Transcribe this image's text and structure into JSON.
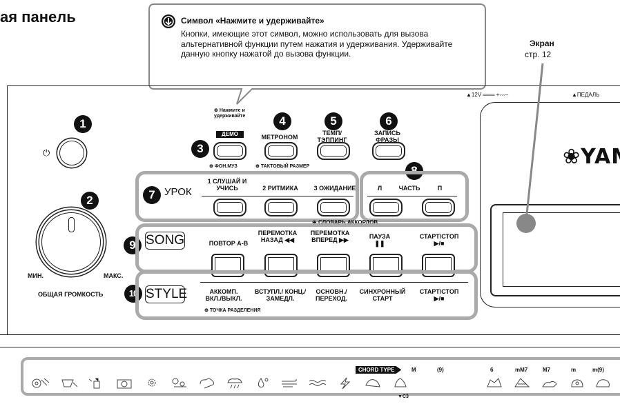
{
  "page_title_fragment": "ая панель",
  "callout": {
    "title": "Символ «Нажмите и удерживайте»",
    "body": "Кнопки, имеющие этот символ, можно использовать для вызова альтернативной функции путем нажатия и удерживания. Удерживайте данную кнопку нажатой до вызова функции."
  },
  "screen_label": {
    "title": "Экран",
    "page": "стр. 12"
  },
  "top_right": {
    "power_spec": "▲12V ═══ +◦◦◦–",
    "pedal": "▲ПЕДАЛЬ"
  },
  "brand": "YAMA",
  "numbers": [
    "1",
    "2",
    "3",
    "4",
    "5",
    "6",
    "7",
    "8",
    "9",
    "10"
  ],
  "hold_note": "Нажмите и удерживайте",
  "buttons": {
    "demo": "ДЕМО",
    "metronome": "МЕТРОНОМ",
    "tempo": "ТЕМП/ ТЭППИНГ",
    "phrase": "ЗАПИСЬ ФРАЗЫ"
  },
  "sub_labels": {
    "demo_alt": "ФОН.МУЗ",
    "metronome_alt": "ТАКТОВЫЙ РАЗМЕР",
    "chord_dict": "СЛОВАРЬ АККОРДОВ",
    "split_point": "ТОЧКА РАЗДЕЛЕНИЯ"
  },
  "volume": {
    "min": "МИН.",
    "max": "МАКС.",
    "label": "ОБЩАЯ ГРОМКОСТЬ"
  },
  "lesson": {
    "label": "УРОК",
    "b1": "1 СЛУШАЙ И УЧИСЬ",
    "b2": "2 РИТМИКА",
    "b3": "3 ОЖИДАНИЕ"
  },
  "part": {
    "left": "Л",
    "center": "ЧАСТЬ",
    "right": "П"
  },
  "song": {
    "label": "SONG",
    "b1": "ПОВТОР A-B",
    "b2": "ПЕРЕМОТКА НАЗАД ◀◀",
    "b3": "ПЕРЕМОТКА ВПЕРЕД ▶▶",
    "b4": "ПАУЗА ❚❚",
    "b5": "СТАРТ/СТОП ▶/■"
  },
  "style": {
    "label": "STYLE",
    "b1": "АККОМП. ВКЛ./ВЫКЛ.",
    "b2": "ВСТУПЛ./ КОНЦ./ЗАМЕДЛ.",
    "b3": "ОСНОВН./ ПЕРЕХОД.",
    "b4": "СИНХРОННЫЙ СТАРТ",
    "b5": "СТАРТ/СТОП ▶/■"
  },
  "chord_type": {
    "label": "CHORD TYPE",
    "types": [
      "M",
      "(9)",
      "6",
      "mM7",
      "M7",
      "m",
      "m(9)"
    ],
    "c3": "▼C3"
  }
}
